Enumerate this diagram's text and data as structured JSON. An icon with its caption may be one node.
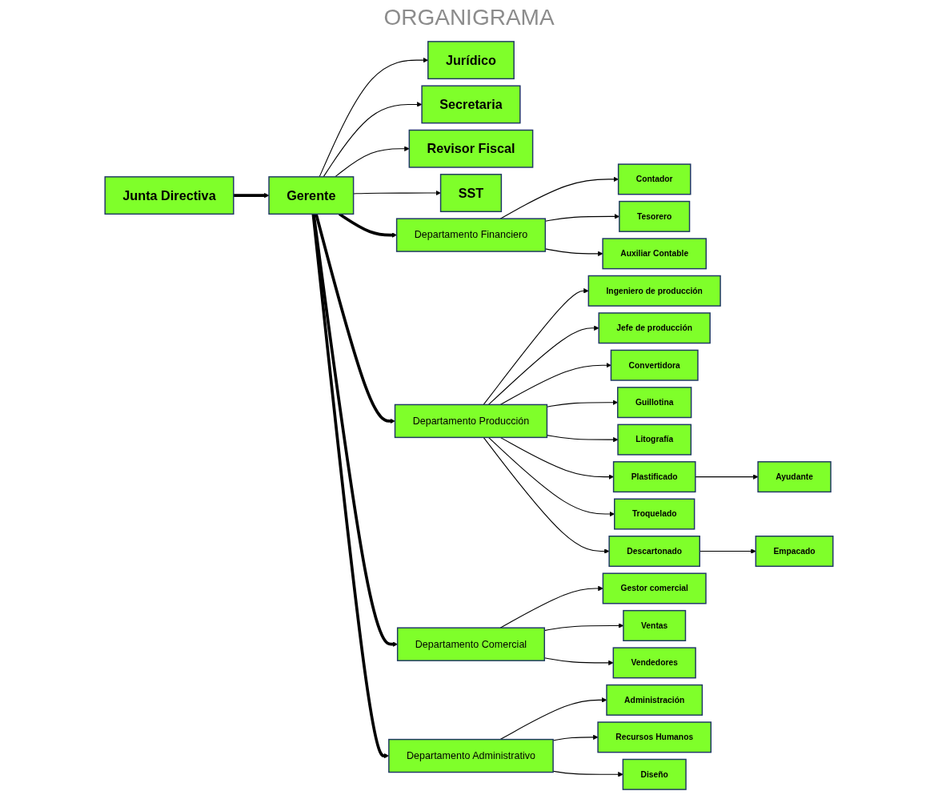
{
  "diagram": {
    "title": "ORGANIGRAMA",
    "nodes": [
      {
        "text": [
          "Junta Directiva"
        ]
      },
      {
        "text": [
          "Gerente"
        ]
      },
      {
        "text": [
          "Jurídico"
        ]
      },
      {
        "text": [
          "Secretaria"
        ]
      },
      {
        "text": [
          "Revisor Fiscal"
        ]
      },
      {
        "text": [
          "SST"
        ]
      },
      {
        "text": [
          "Departamento Financiero"
        ]
      },
      {
        "text": [
          "Contador"
        ]
      },
      {
        "text": [
          "Tesorero"
        ]
      },
      {
        "text": [
          "Auxiliar Contable"
        ]
      },
      {
        "text": [
          "Departamento Producción"
        ]
      },
      {
        "text": [
          "Ingeniero de producción"
        ]
      },
      {
        "text": [
          "Jefe de producción"
        ]
      },
      {
        "text": [
          "Convertidora"
        ]
      },
      {
        "text": [
          "Guillotina"
        ]
      },
      {
        "text": [
          "Litografía"
        ]
      },
      {
        "text": [
          "Plastificado"
        ]
      },
      {
        "text": [
          "Ayudante"
        ]
      },
      {
        "text": [
          "Troquelado"
        ]
      },
      {
        "text": [
          "Descartonado"
        ]
      },
      {
        "text": [
          "Empacado"
        ]
      },
      {
        "text": [
          "Departamento Comercial"
        ]
      },
      {
        "text": [
          "Gestor comercial"
        ]
      },
      {
        "text": [
          "Ventas"
        ]
      },
      {
        "text": [
          "Vendedores"
        ]
      },
      {
        "text": [
          "Departamento Administrativo"
        ]
      },
      {
        "text": [
          "Administración"
        ]
      },
      {
        "text": [
          "Recursos Humanos"
        ]
      },
      {
        "text": [
          "Diseño"
        ]
      }
    ],
    "edges": [
      {
        "from": 0,
        "to": 1,
        "arrow": "to",
        "style": "thick"
      },
      {
        "from": 1,
        "to": 2,
        "arrow": "to"
      },
      {
        "from": 1,
        "to": 3,
        "arrow": "to"
      },
      {
        "from": 1,
        "to": 4,
        "arrow": "to"
      },
      {
        "from": 1,
        "to": 5,
        "arrow": "to"
      },
      {
        "from": 1,
        "to": 6,
        "arrow": "to",
        "style": "thick"
      },
      {
        "from": 1,
        "to": 10,
        "arrow": "to",
        "style": "thick"
      },
      {
        "from": 1,
        "to": 21,
        "arrow": "to",
        "style": "thick"
      },
      {
        "from": 1,
        "to": 25,
        "arrow": "to",
        "style": "thick"
      },
      {
        "from": 6,
        "to": 7,
        "arrow": "to"
      },
      {
        "from": 6,
        "to": 8,
        "arrow": "to"
      },
      {
        "from": 6,
        "to": 9,
        "arrow": "to"
      },
      {
        "from": 10,
        "to": 11,
        "arrow": "to"
      },
      {
        "from": 10,
        "to": 12,
        "arrow": "to"
      },
      {
        "from": 10,
        "to": 13,
        "arrow": "to"
      },
      {
        "from": 10,
        "to": 14,
        "arrow": "to"
      },
      {
        "from": 10,
        "to": 15,
        "arrow": "to"
      },
      {
        "from": 10,
        "to": 16,
        "arrow": "to"
      },
      {
        "from": 16,
        "to": 17,
        "arrow": "to"
      },
      {
        "from": 10,
        "to": 18,
        "arrow": "to"
      },
      {
        "from": 10,
        "to": 19,
        "arrow": "to"
      },
      {
        "from": 19,
        "to": 20,
        "arrow": "to"
      },
      {
        "from": 21,
        "to": 22,
        "arrow": "to"
      },
      {
        "from": 21,
        "to": 23,
        "arrow": "to"
      },
      {
        "from": 21,
        "to": 24,
        "arrow": "to"
      },
      {
        "from": 25,
        "to": 26,
        "arrow": "to"
      },
      {
        "from": 25,
        "to": 27,
        "arrow": "to"
      },
      {
        "from": 25,
        "to": 28,
        "arrow": "to"
      }
    ]
  }
}
